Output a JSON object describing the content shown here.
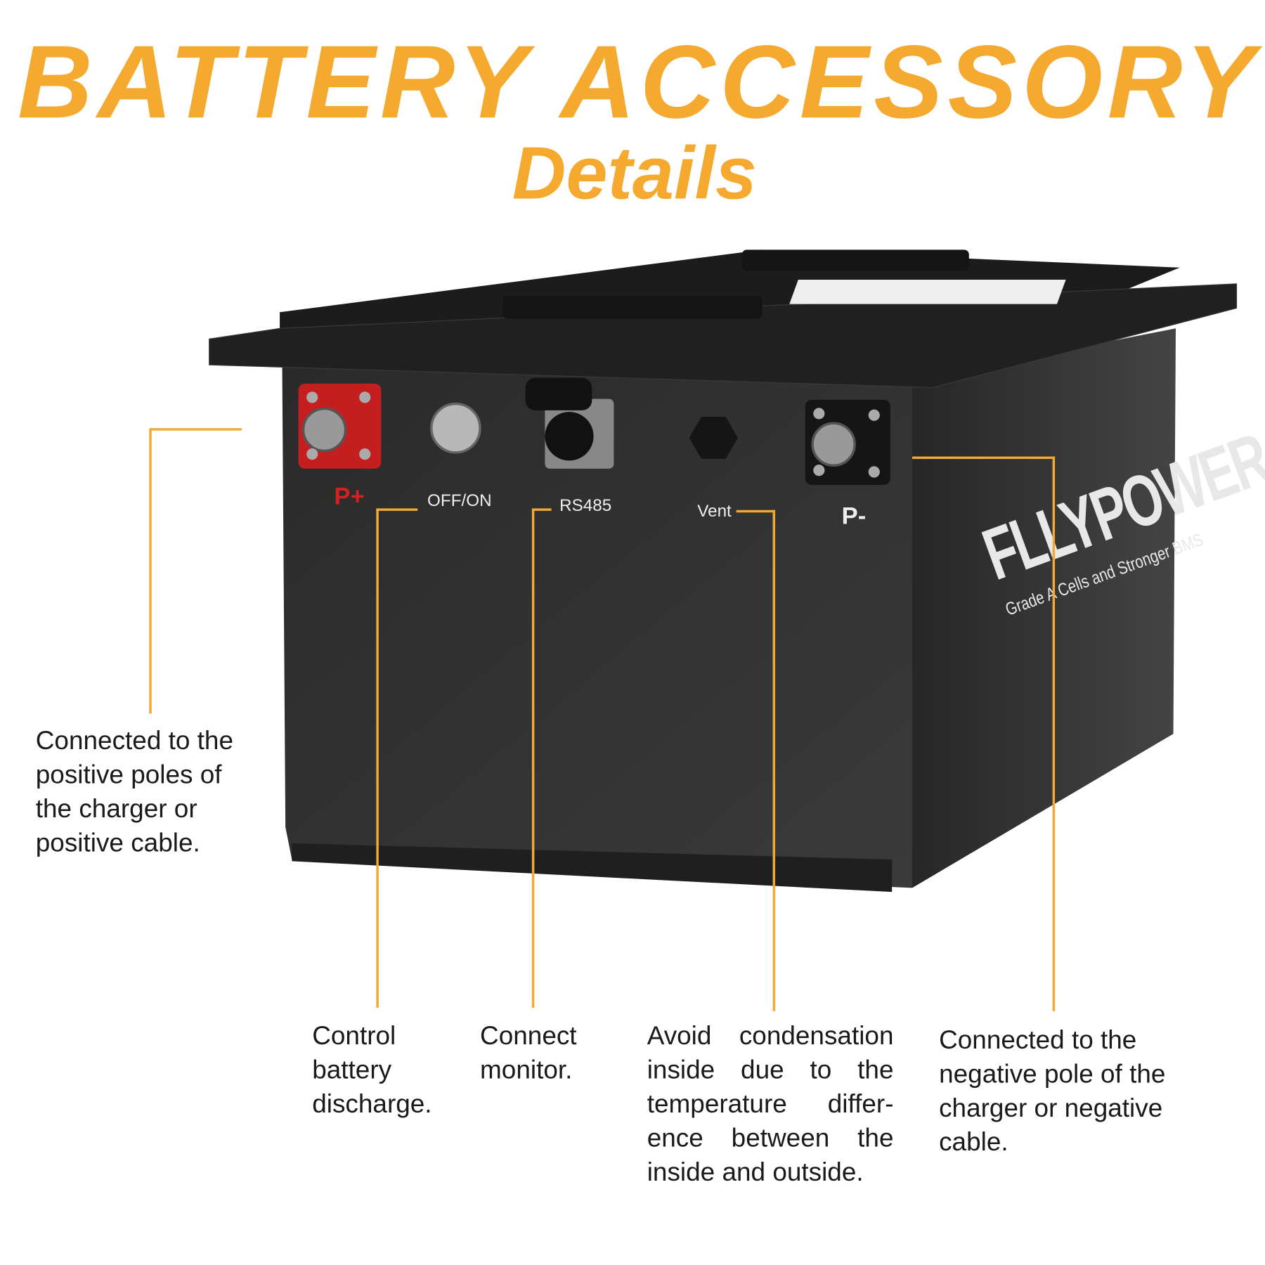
{
  "header": {
    "title": "BATTERY ACCESSORY",
    "subtitle": "Details"
  },
  "battery": {
    "brand": "FLLYPOWER",
    "brand_mark": "®",
    "tagline": "Grade A Cells and Stronger BMS",
    "ports": [
      {
        "label": "P+",
        "color": "#d42020"
      },
      {
        "label": "OFF/ON"
      },
      {
        "label": "RS485"
      },
      {
        "label": "Vent"
      },
      {
        "label": "P-"
      }
    ]
  },
  "callouts": {
    "positive": "Connected to the positive poles of the charger or positive cable.",
    "switch": "Control battery discharge.",
    "rs485": "Connect monitor.",
    "vent": "Avoid condensation inside due to the temperature differ-ence between the inside and outside.",
    "negative": "Connected to the negative pole of the charger or negative cable."
  },
  "colors": {
    "accent": "#F5A92E",
    "body": "#2e2e2e"
  }
}
